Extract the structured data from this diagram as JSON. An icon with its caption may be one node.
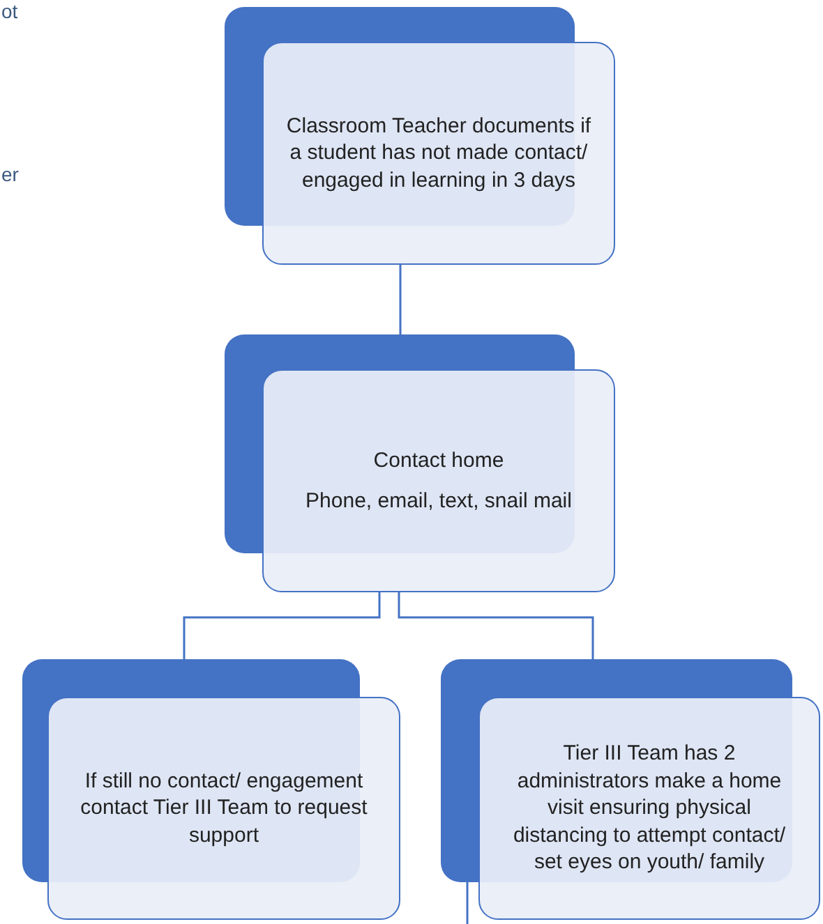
{
  "diagram": {
    "nodes": [
      {
        "text": [
          "Classroom Teacher documents if a student has not made contact/ engaged in learning in 3 days"
        ]
      },
      {
        "text": [
          "Contact home",
          "Phone, email, text, snail mail"
        ]
      },
      {
        "text": [
          "If still no contact/ engagement contact Tier III Team to request support"
        ]
      },
      {
        "text": [
          "Tier III Team has 2 administrators make a home visit ensuring physical distancing to attempt contact/ set eyes on youth/ family"
        ]
      }
    ],
    "edges": [
      {
        "from": 0,
        "to": 1,
        "arrow": "none"
      },
      {
        "from": 1,
        "to": 2,
        "arrow": "none"
      },
      {
        "from": 1,
        "to": 3,
        "arrow": "none"
      },
      {
        "from": 3,
        "to": null,
        "arrow": "none"
      }
    ],
    "labels": [
      "ot",
      "er"
    ]
  }
}
